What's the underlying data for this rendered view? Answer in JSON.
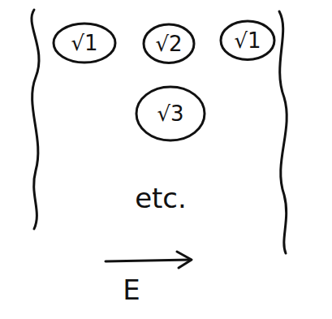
{
  "diagram": {
    "nodes": [
      {
        "text": [
          "√1"
        ]
      },
      {
        "text": [
          "√2"
        ]
      },
      {
        "text": [
          "√1"
        ]
      },
      {
        "text": [
          "√3"
        ]
      }
    ],
    "labels": [
      "etc.",
      "E"
    ]
  }
}
